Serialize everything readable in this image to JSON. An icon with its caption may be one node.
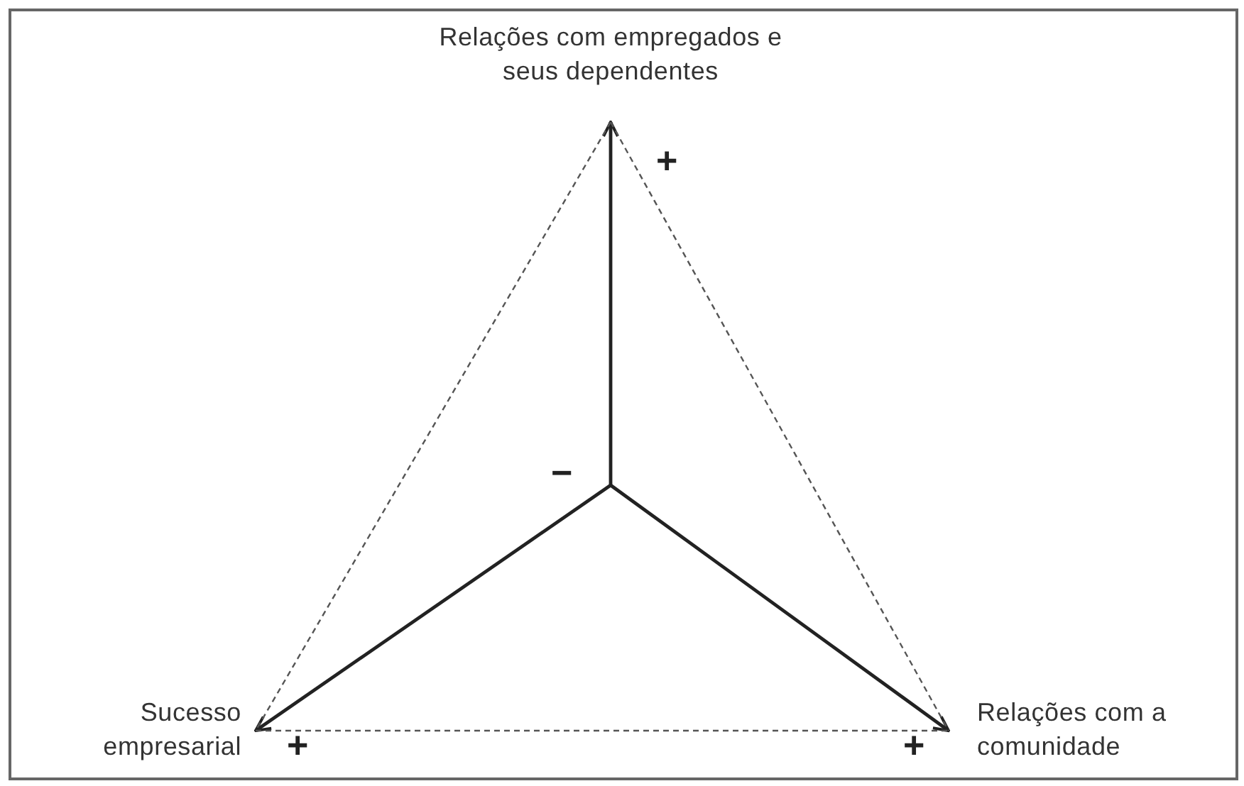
{
  "diagram": {
    "nodes": [
      {
        "text": [
          "Relações com empregados e seus dependentes"
        ]
      },
      {
        "text": [
          "Sucesso empresarial"
        ]
      },
      {
        "text": [
          "Relações com a comunidade"
        ]
      }
    ],
    "edges": [
      {
        "from": null,
        "to": 0,
        "arrow": "to"
      },
      {
        "from": null,
        "to": 1,
        "arrow": "to"
      },
      {
        "from": null,
        "to": 2,
        "arrow": "to"
      },
      {
        "from": 0,
        "to": 1,
        "arrow": "none",
        "style": "dashed"
      },
      {
        "from": 0,
        "to": 2,
        "arrow": "none",
        "style": "dashed"
      },
      {
        "from": 1,
        "to": 2,
        "arrow": "none",
        "style": "dashed"
      }
    ],
    "labels": [
      "+",
      "−",
      "+",
      "+"
    ]
  }
}
